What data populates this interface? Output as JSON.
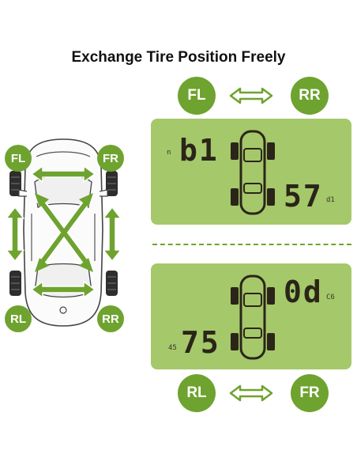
{
  "title": "Exchange Tire Position Freely",
  "top_swap": {
    "left": "FL",
    "right": "RR"
  },
  "bottom_swap": {
    "left": "RL",
    "right": "FR"
  },
  "car_labels": {
    "fl": "FL",
    "fr": "FR",
    "rl": "RL",
    "rr": "RR"
  },
  "display_top": {
    "left_small": "n",
    "left_value": "b1",
    "right_value": "57",
    "right_small": "d1"
  },
  "display_bottom": {
    "right_value": "0d",
    "right_small": "C6",
    "left_small": "45",
    "left_value": "75"
  },
  "colors": {
    "accent": "#6ea32f",
    "lcd": "#a5c86a",
    "segment": "#2a2518"
  }
}
